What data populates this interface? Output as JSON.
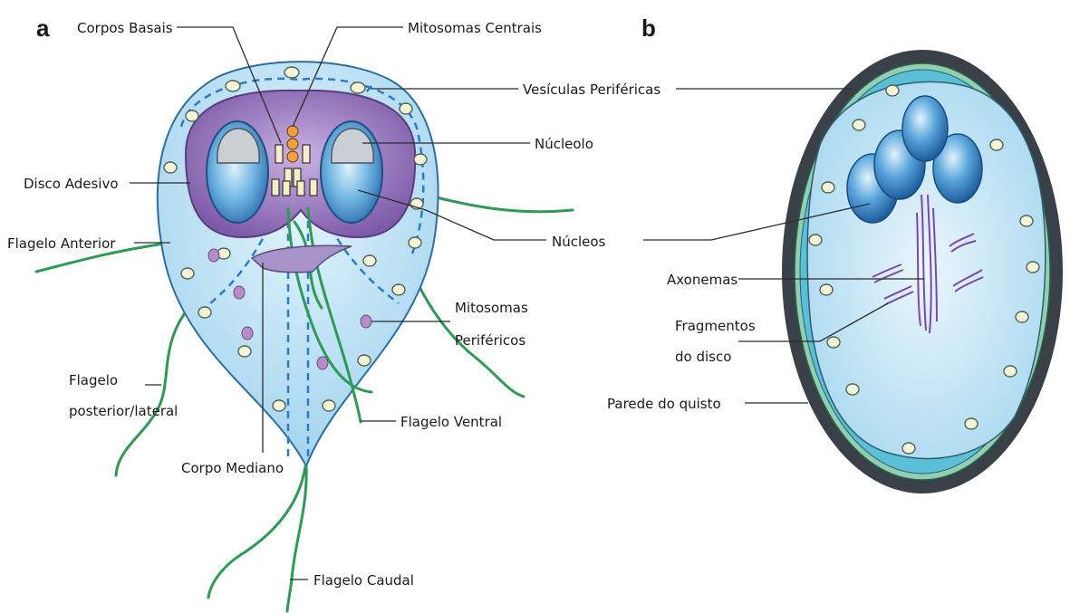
{
  "panels": {
    "a": "a",
    "b": "b"
  },
  "labels": {
    "corpos_basais": "Corpos Basais",
    "mitosomas_centrais": "Mitosomas Centrais",
    "vesiculas_perifericas": "Vesículas Periféricas",
    "nucleolo": "Núcleolo",
    "disco_adesivo": "Disco Adesivo",
    "nucleos": "Núcleos",
    "flagelo_anterior": "Flagelo Anterior",
    "mitosomas_perifericos_1": "Mitosomas",
    "mitosomas_perifericos_2": "Periféricos",
    "axonemas": "Axonemas",
    "fragmentos_1": "Fragmentos",
    "fragmentos_2": "do disco",
    "flagelo_posterior_1": "Flagelo",
    "flagelo_posterior_2": "posterior/lateral",
    "flagelo_ventral": "Flagelo Ventral",
    "parede_quisto": "Parede do quisto",
    "corpo_mediano": "Corpo Mediano",
    "flagelo_caudal": "Flagelo Caudal"
  },
  "colors": {
    "cytoplasm": "#bfe3f5",
    "disc": "#9b79bf",
    "nucleus": "#5aa9dc",
    "flagella": "#2e9a55",
    "cyst_wall": "#3a4048"
  }
}
